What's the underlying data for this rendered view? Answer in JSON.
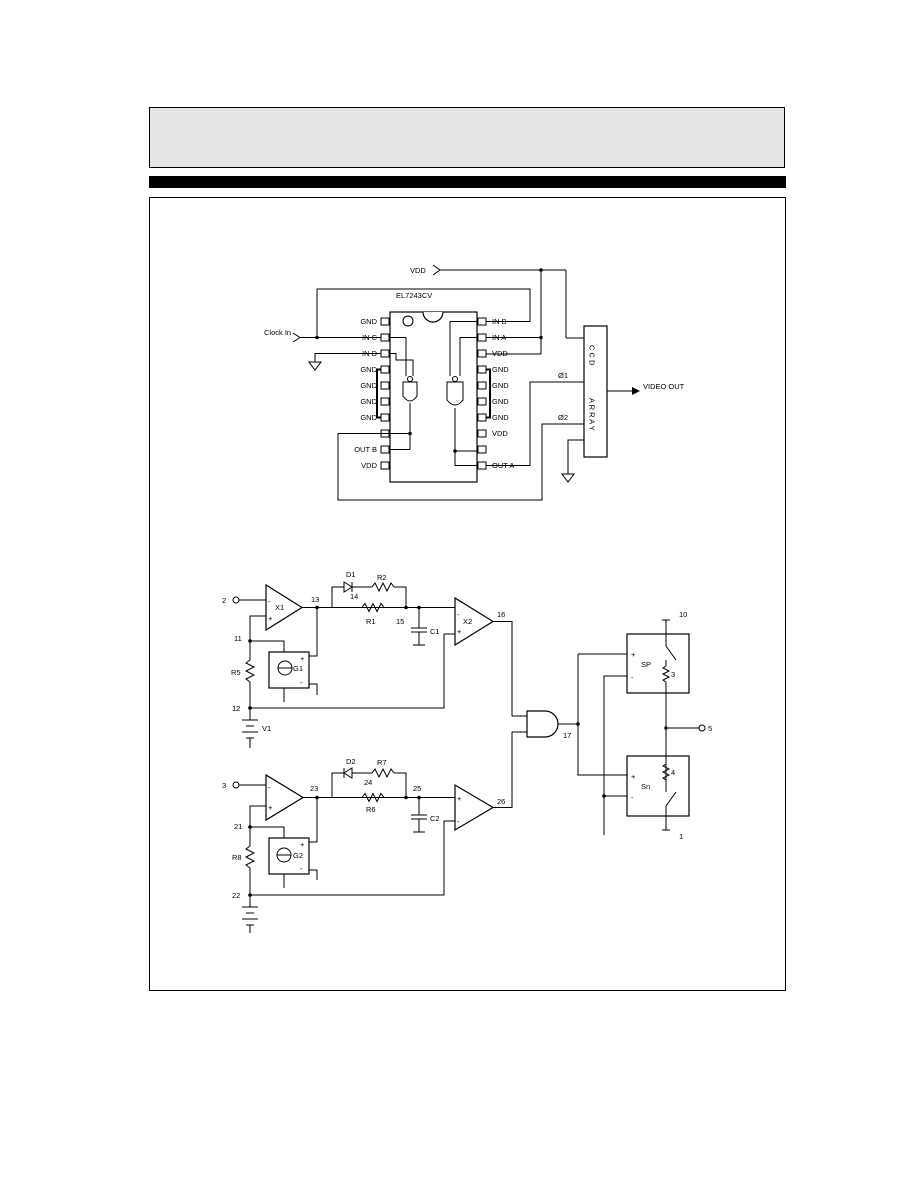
{
  "chip": {
    "part": "EL7243CV",
    "left_pins": [
      "GND",
      "IN C",
      "IN D",
      "GND",
      "GND",
      "GND",
      "GND",
      "",
      "OUT B",
      "VDD"
    ],
    "right_pins": [
      "IN B",
      "IN A",
      "VDD",
      "GND",
      "GND",
      "GND",
      "GND",
      "VDD",
      "",
      "OUT A"
    ]
  },
  "top_labels": {
    "vdd": "VDD",
    "clock": "Clock In",
    "ccd": "C C D",
    "array": "A R R A Y",
    "video": "VIDEO OUT",
    "phi1": "Ø1",
    "phi2": "Ø2"
  },
  "bottom_labels": {
    "n2": "2",
    "n3": "3",
    "n11": "11",
    "n12": "12",
    "n14": "14",
    "n15": "15",
    "n16": "16",
    "n13": "13",
    "n17": "17",
    "n21": "21",
    "n22": "22",
    "n23": "23",
    "n24": "24",
    "n25": "25",
    "n26": "26",
    "n10": "10",
    "n5": "5",
    "n1": "1",
    "n3sw": "3",
    "n4sw": "4",
    "x1": "X1",
    "x2": "X2",
    "d1": "D1",
    "d2": "D2",
    "r1": "R1",
    "r2": "R2",
    "r5": "R5",
    "r6": "R6",
    "r7": "R7",
    "r8": "R8",
    "c1": "C1",
    "c2": "C2",
    "g1": "G1",
    "g2": "G2",
    "v1": "V1",
    "sp": "SP",
    "sn": "Sn",
    "plus": "+",
    "minus": "-"
  }
}
